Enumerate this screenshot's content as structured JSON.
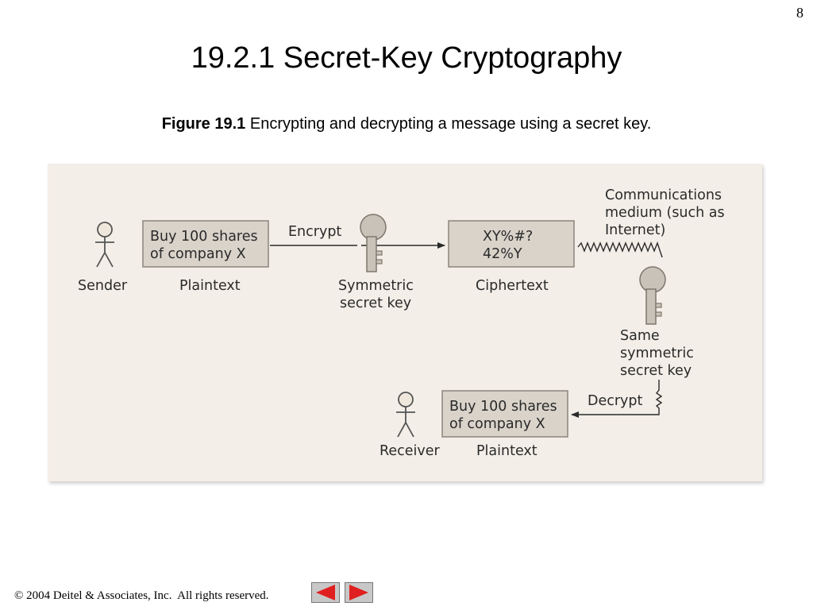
{
  "page": {
    "number": "8",
    "title": "19.2.1 Secret-Key Cryptography"
  },
  "caption": {
    "label": "Figure 19.1",
    "text": " Encrypting and decrypting a message using a secret key."
  },
  "diagram": {
    "sender_label": "Sender",
    "plaintext_label": "Plaintext",
    "plaintext_line1": "Buy 100 shares",
    "plaintext_line2": "of company X",
    "encrypt_label": "Encrypt",
    "symmetric_key_line1": "Symmetric",
    "symmetric_key_line2": "secret key",
    "ciphertext_line1": "XY%#?",
    "ciphertext_line2": "42%Y",
    "ciphertext_label": "Ciphertext",
    "medium_line1": "Communications",
    "medium_line2": "medium (such as",
    "medium_line3": "Internet)",
    "same_key_line1": "Same",
    "same_key_line2": "symmetric",
    "same_key_line3": "secret key",
    "decrypt_label": "Decrypt",
    "receiver_label": "Receiver",
    "received_plaintext_line1": "Buy 100 shares",
    "received_plaintext_line2": "of company X",
    "received_plaintext_label": "Plaintext"
  },
  "footer": {
    "copyright": "© 2004 Deitel & Associates, Inc.  All rights reserved."
  },
  "nav": {
    "prev_icon": "left-arrow-icon",
    "next_icon": "right-arrow-icon",
    "arrow_color": "#e02020"
  }
}
